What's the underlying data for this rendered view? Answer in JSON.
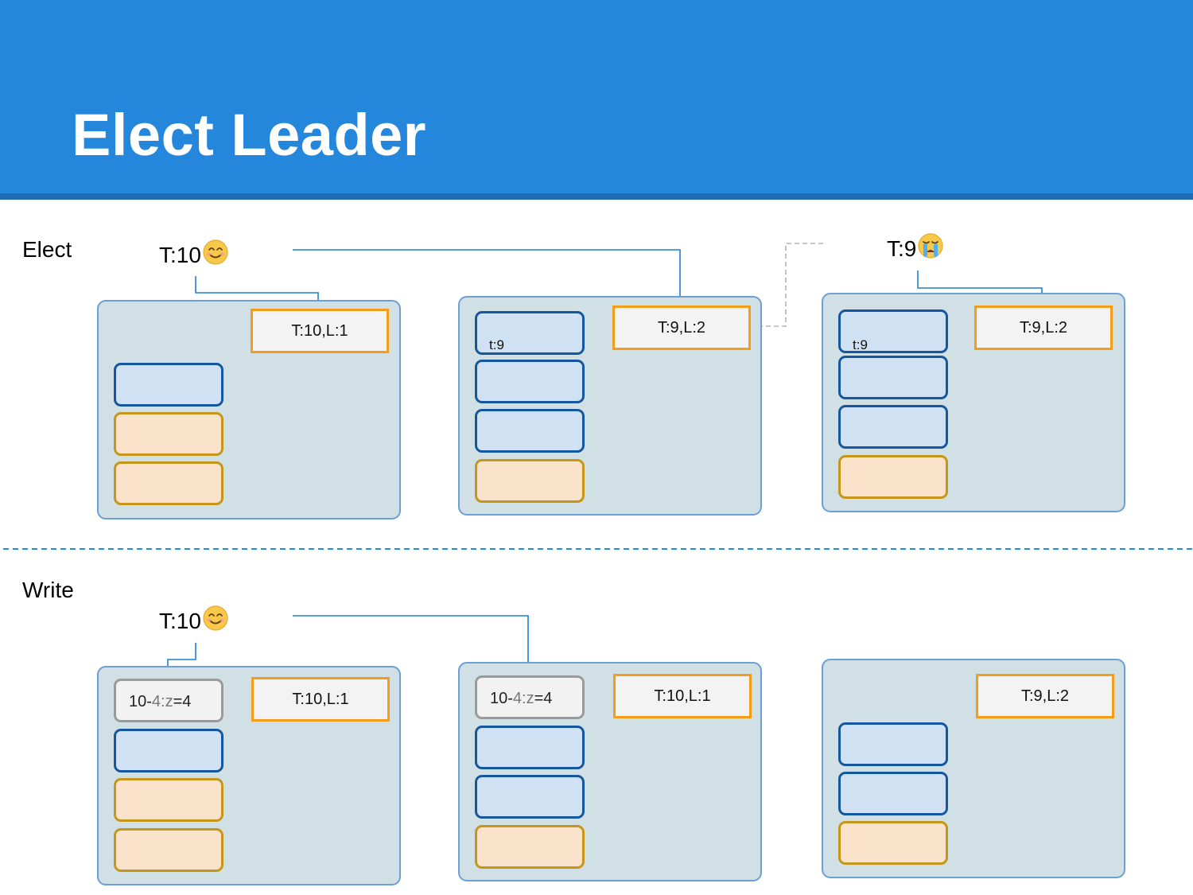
{
  "title": "Elect Leader",
  "sections": {
    "elect": {
      "label": "Elect",
      "candidate_label": "T:10",
      "rival_label": "T:9"
    },
    "write": {
      "label": "Write",
      "candidate_label": "T:10"
    }
  },
  "elect_nodes": [
    {
      "state": "T:10,L:1"
    },
    {
      "state": "T:9,L:2",
      "entry_label": "t:9"
    },
    {
      "state": "T:9,L:2",
      "entry_label": "t:9"
    }
  ],
  "write_nodes": [
    {
      "state": "T:10,L:1",
      "entry": {
        "prefix": "10-",
        "dim": "4:z",
        "suffix": "=4"
      }
    },
    {
      "state": "T:10,L:1",
      "entry": {
        "prefix": "10-",
        "dim": "4:z",
        "suffix": "=4"
      }
    },
    {
      "state": "T:9,L:2"
    }
  ],
  "icons": {
    "happy": "smiling-face-icon",
    "crying": "crying-face-icon"
  },
  "colors": {
    "header": "#2487dc",
    "arrow": "#1f7fd3",
    "dashed_arrow": "#b3b3b3",
    "state_border": "#f59c18"
  }
}
